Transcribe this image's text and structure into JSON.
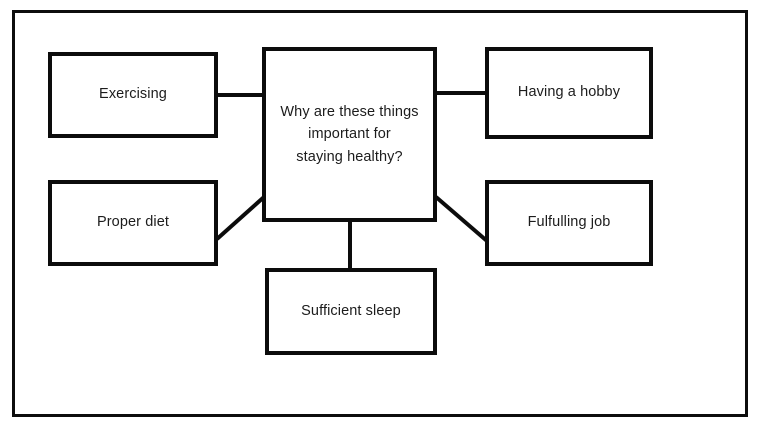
{
  "diagram": {
    "type": "mind-map",
    "title_node": {
      "id": "center",
      "label": "Why are these things\nimportant for\nstaying healthy?"
    },
    "branches": [
      {
        "id": "exercising",
        "label": "Exercising",
        "position": "top-left",
        "connector": "straight-horizontal"
      },
      {
        "id": "proper-diet",
        "label": "Proper diet",
        "position": "bottom-left",
        "connector": "diagonal"
      },
      {
        "id": "having-a-hobby",
        "label": "Having a hobby",
        "position": "top-right",
        "connector": "straight-horizontal"
      },
      {
        "id": "fulfulling-job",
        "label": "Fulfulling job",
        "position": "bottom-right",
        "connector": "diagonal"
      },
      {
        "id": "sufficient-sleep",
        "label": "Sufficient sleep",
        "position": "bottom-center",
        "connector": "straight-vertical"
      }
    ],
    "colors": {
      "stroke": "#0c0c0c",
      "frame": "#0d0d0d",
      "background": "#ffffff",
      "text": "#1c1c1c"
    }
  }
}
